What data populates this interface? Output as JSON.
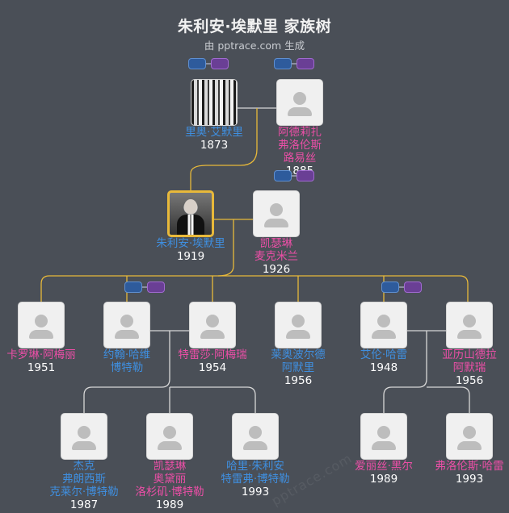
{
  "header": {
    "title": "朱利安·埃默里 家族树",
    "subtitle": "由 pptrace.com 生成"
  },
  "watermark": "pptrace.com",
  "colors": {
    "background": "#4a4f57",
    "male": "#3f8fe0",
    "female": "#ec4fa7",
    "focus_border": "#e8b93a",
    "connector_focus": "#e8b93a",
    "connector": "#d8d8d8"
  },
  "people": {
    "leo": {
      "name": "里奥·艾默里",
      "year": "1873",
      "gender": "male",
      "photo": "bw"
    },
    "adelaide": {
      "name": "阿德莉扎\n弗洛伦斯\n路易丝",
      "year": "1885",
      "gender": "female",
      "photo": "none"
    },
    "julian": {
      "name": "朱利安·埃默里",
      "year": "1919",
      "gender": "male",
      "photo": "suit"
    },
    "catherine": {
      "name": "凯瑟琳\n麦克米兰",
      "year": "1926",
      "gender": "female",
      "photo": "none"
    },
    "caroline": {
      "name": "卡罗琳·阿梅丽",
      "year": "1951",
      "gender": "female",
      "photo": "none"
    },
    "john": {
      "name": "约翰·哈维\n博特勒",
      "year": "",
      "gender": "male",
      "photo": "none"
    },
    "theresa": {
      "name": "特雷莎·阿梅瑞",
      "year": "1954",
      "gender": "female",
      "photo": "none"
    },
    "leopold": {
      "name": "莱奥波尔德\n阿默里",
      "year": "1956",
      "gender": "male",
      "photo": "none"
    },
    "alan": {
      "name": "艾伦·哈雷",
      "year": "1948",
      "gender": "male",
      "photo": "none"
    },
    "alexandra": {
      "name": "亚历山德拉\n阿默瑞",
      "year": "1956",
      "gender": "female",
      "photo": "none"
    },
    "jack": {
      "name": "杰克\n弗朗西斯\n克莱尔·博特勒",
      "year": "1987",
      "gender": "male",
      "photo": "none"
    },
    "katherine2": {
      "name": "凯瑟琳\n奥黛丽\n洛杉矶·博特勒",
      "year": "1989",
      "gender": "female",
      "photo": "none"
    },
    "harry": {
      "name": "哈里·朱利安\n特雷弗·博特勒",
      "year": "1993",
      "gender": "male",
      "photo": "none"
    },
    "alice": {
      "name": "爱丽丝·黑尔",
      "year": "1989",
      "gender": "female",
      "photo": "none"
    },
    "florence": {
      "name": "弗洛伦斯·哈雷",
      "year": "1993",
      "gender": "female",
      "photo": "none"
    }
  },
  "expand_toggles": [
    "blue-toggle",
    "purple-toggle"
  ]
}
